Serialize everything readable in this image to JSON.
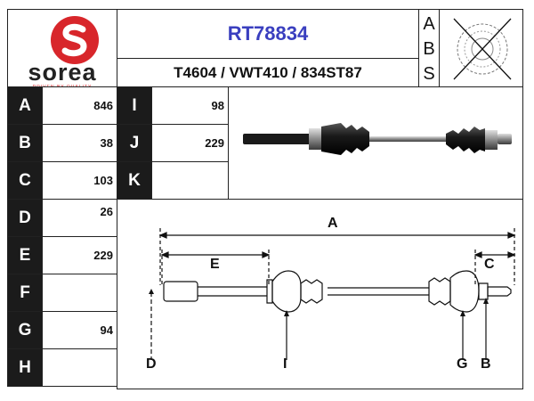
{
  "brand": {
    "name": "sorea",
    "tagline": "DRIVEN BY QUALITY",
    "logo_color": "#d8262b"
  },
  "header": {
    "part_number": "RT78834",
    "references": "T4604 / VWT410 / 834ST87",
    "part_number_color": "#3a3fbf"
  },
  "abs": {
    "letters": [
      "A",
      "B",
      "S"
    ]
  },
  "dimensions_left": [
    {
      "label": "A",
      "value": "846"
    },
    {
      "label": "B",
      "value": "38"
    },
    {
      "label": "C",
      "value": "103"
    },
    {
      "label": "D",
      "value": "26"
    },
    {
      "label": "E",
      "value": "229"
    },
    {
      "label": "F",
      "value": ""
    },
    {
      "label": "G",
      "value": "94"
    },
    {
      "label": "H",
      "value": ""
    }
  ],
  "dimensions_right": [
    {
      "label": "I",
      "value": "98"
    },
    {
      "label": "J",
      "value": "229"
    },
    {
      "label": "K",
      "value": ""
    }
  ],
  "diagram": {
    "labels": {
      "A": "A",
      "E": "E",
      "C": "C",
      "D": "D",
      "I": "I",
      "G": "G",
      "B": "B"
    }
  },
  "icons": [
    "sorea-logo-icon",
    "abs-ring-icon",
    "driveshaft-photo-icon",
    "driveshaft-diagram-icon"
  ]
}
